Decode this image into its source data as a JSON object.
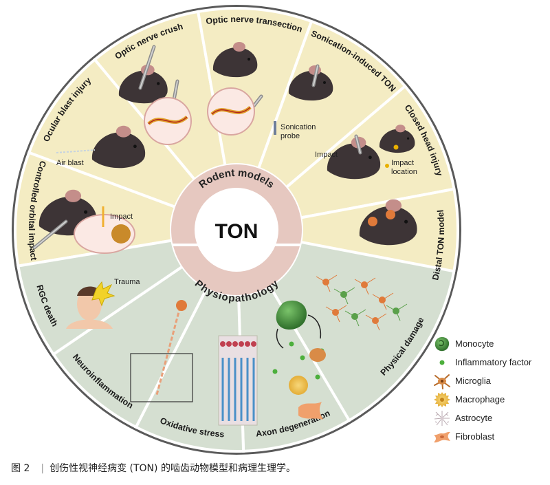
{
  "center": {
    "title": "TON",
    "upper_ring": "Rodent models",
    "lower_ring": "Physiopathology"
  },
  "models": [
    {
      "label": "Controlled orbital impact",
      "notes": [
        "Impact"
      ]
    },
    {
      "label": "Ocular blast injury",
      "notes": [
        "Air blast"
      ]
    },
    {
      "label": "Optic nerve crush",
      "notes": []
    },
    {
      "label": "Optic nerve  transection",
      "notes": []
    },
    {
      "label": "Sonication-induced TON",
      "notes": [
        "Sonication",
        "probe"
      ]
    },
    {
      "label": "Closed head injury",
      "notes": [
        "Impact",
        "Impact",
        "location"
      ]
    },
    {
      "label": "Distal TON model",
      "notes": []
    }
  ],
  "pathology": [
    {
      "label": "Physical damage",
      "notes": [
        "Trauma"
      ]
    },
    {
      "label": "Axon degeneration",
      "notes": []
    },
    {
      "label": "Oxidative stress",
      "notes": []
    },
    {
      "label": "Neuroinflammation",
      "notes": []
    },
    {
      "label": "RGC death",
      "notes": []
    }
  ],
  "legend": [
    {
      "label": "Monocyte",
      "icon": "monocyte-icon"
    },
    {
      "label": "Inflammatory factor",
      "icon": "inflammatory-factor-icon"
    },
    {
      "label": "Microglia",
      "icon": "microglia-icon"
    },
    {
      "label": "Macrophage",
      "icon": "macrophage-icon"
    },
    {
      "label": "Astrocyte",
      "icon": "astrocyte-icon"
    },
    {
      "label": "Fibroblast",
      "icon": "fibroblast-icon"
    }
  ],
  "caption": {
    "figure": "图 2",
    "separator": "|",
    "text": "创伤性视神经病变 (TON) 的啮齿动物模型和病理生理学。"
  },
  "colors": {
    "models_sector": "#f4ecc3",
    "pathology_sector": "#d5dfd1",
    "ring": "#e6c8c0",
    "outer_rim": "#5a5a5a"
  }
}
